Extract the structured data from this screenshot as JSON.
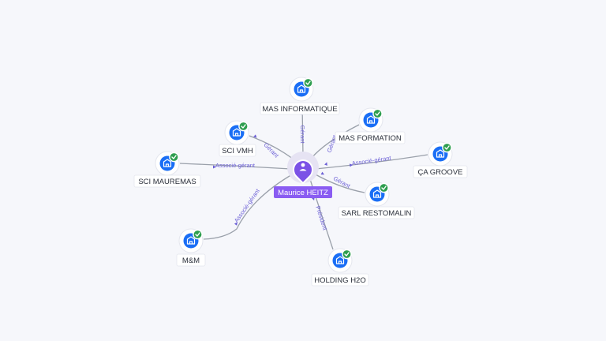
{
  "center": {
    "name": "Maurice HEITZ",
    "icon": "person-icon"
  },
  "companies": [
    {
      "name": "MAS INFORMATIQUE",
      "icon": "building-icon",
      "verified": true,
      "relation": "Gérant"
    },
    {
      "name": "MAS FORMATION",
      "icon": "building-icon",
      "verified": true,
      "relation": "Gérant"
    },
    {
      "name": "SCI VMH",
      "icon": "building-icon",
      "verified": true,
      "relation": "Gérant"
    },
    {
      "name": "SCI MAUREMAS",
      "icon": "building-icon",
      "verified": true,
      "relation": "Associé-gérant"
    },
    {
      "name": "ÇA GROOVE",
      "icon": "building-icon",
      "verified": true,
      "relation": "Associé-gérant"
    },
    {
      "name": "SARL RESTOMALIN",
      "icon": "building-icon",
      "verified": true,
      "relation": "Gérant"
    },
    {
      "name": "M&M",
      "icon": "building-icon",
      "verified": true,
      "relation": "Associé-gérant"
    },
    {
      "name": "HOLDING H2O",
      "icon": "building-icon",
      "verified": true,
      "relation": "Président"
    }
  ],
  "colors": {
    "accent": "#8a5cf2",
    "node": "#1a6ef5",
    "verified": "#2e9e4f",
    "relation_text": "#6b5fd6"
  }
}
